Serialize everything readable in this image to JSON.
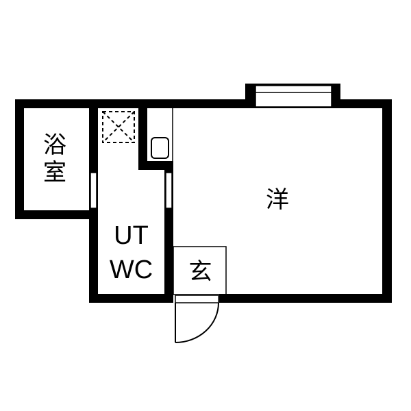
{
  "floorplan": {
    "rooms": {
      "bath": {
        "line1": "浴",
        "line2": "室"
      },
      "utility": {
        "line1": "UT",
        "line2": "WC"
      },
      "western": {
        "label": "洋"
      },
      "entrance": {
        "label": "玄"
      }
    },
    "colors": {
      "wall": "#000000",
      "background": "#ffffff"
    }
  }
}
